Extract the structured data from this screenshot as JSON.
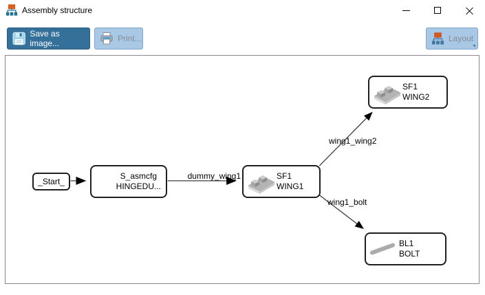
{
  "window": {
    "title": "Assembly structure",
    "icons": [
      "assembly-tree-icon",
      "minimize-icon",
      "maximize-icon",
      "close-icon"
    ]
  },
  "toolbar": {
    "save_label": "Save as image...",
    "print_label": "Print...",
    "layout_label": "Layout",
    "icons": [
      "floppy-disk-icon",
      "printer-icon",
      "layout-tree-icon",
      "dropdown-arrow-icon"
    ]
  },
  "diagram": {
    "nodes": [
      {
        "id": "start",
        "label": "_Start_"
      },
      {
        "id": "asmcfg",
        "line1": "S_asmcfg",
        "line2": "HINGEDU..."
      },
      {
        "id": "wing1",
        "line1": "SF1",
        "line2": "WING1",
        "icon": "wing-part-icon"
      },
      {
        "id": "wing2",
        "line1": "SF1",
        "line2": "WING2",
        "icon": "wing-part-icon"
      },
      {
        "id": "bolt",
        "line1": "BL1",
        "line2": "BOLT",
        "icon": "bolt-part-icon"
      }
    ],
    "edges": [
      {
        "from": "_Start_",
        "to": "S_asmcfg",
        "label": ""
      },
      {
        "from": "S_asmcfg",
        "to": "SF1 WING1",
        "label": "dummy_wing1"
      },
      {
        "from": "SF1 WING1",
        "to": "SF1 WING2",
        "label": "wing1_wing2"
      },
      {
        "from": "SF1 WING1",
        "to": "BL1 BOLT",
        "label": "wing1_bolt"
      }
    ]
  },
  "colors": {
    "accent_button": "#35709a",
    "light_button": "#a9c8e5",
    "canvas_border": "#848a90",
    "tree_icon_orange": "#e5601a",
    "tree_icon_teal": "#23738f"
  }
}
